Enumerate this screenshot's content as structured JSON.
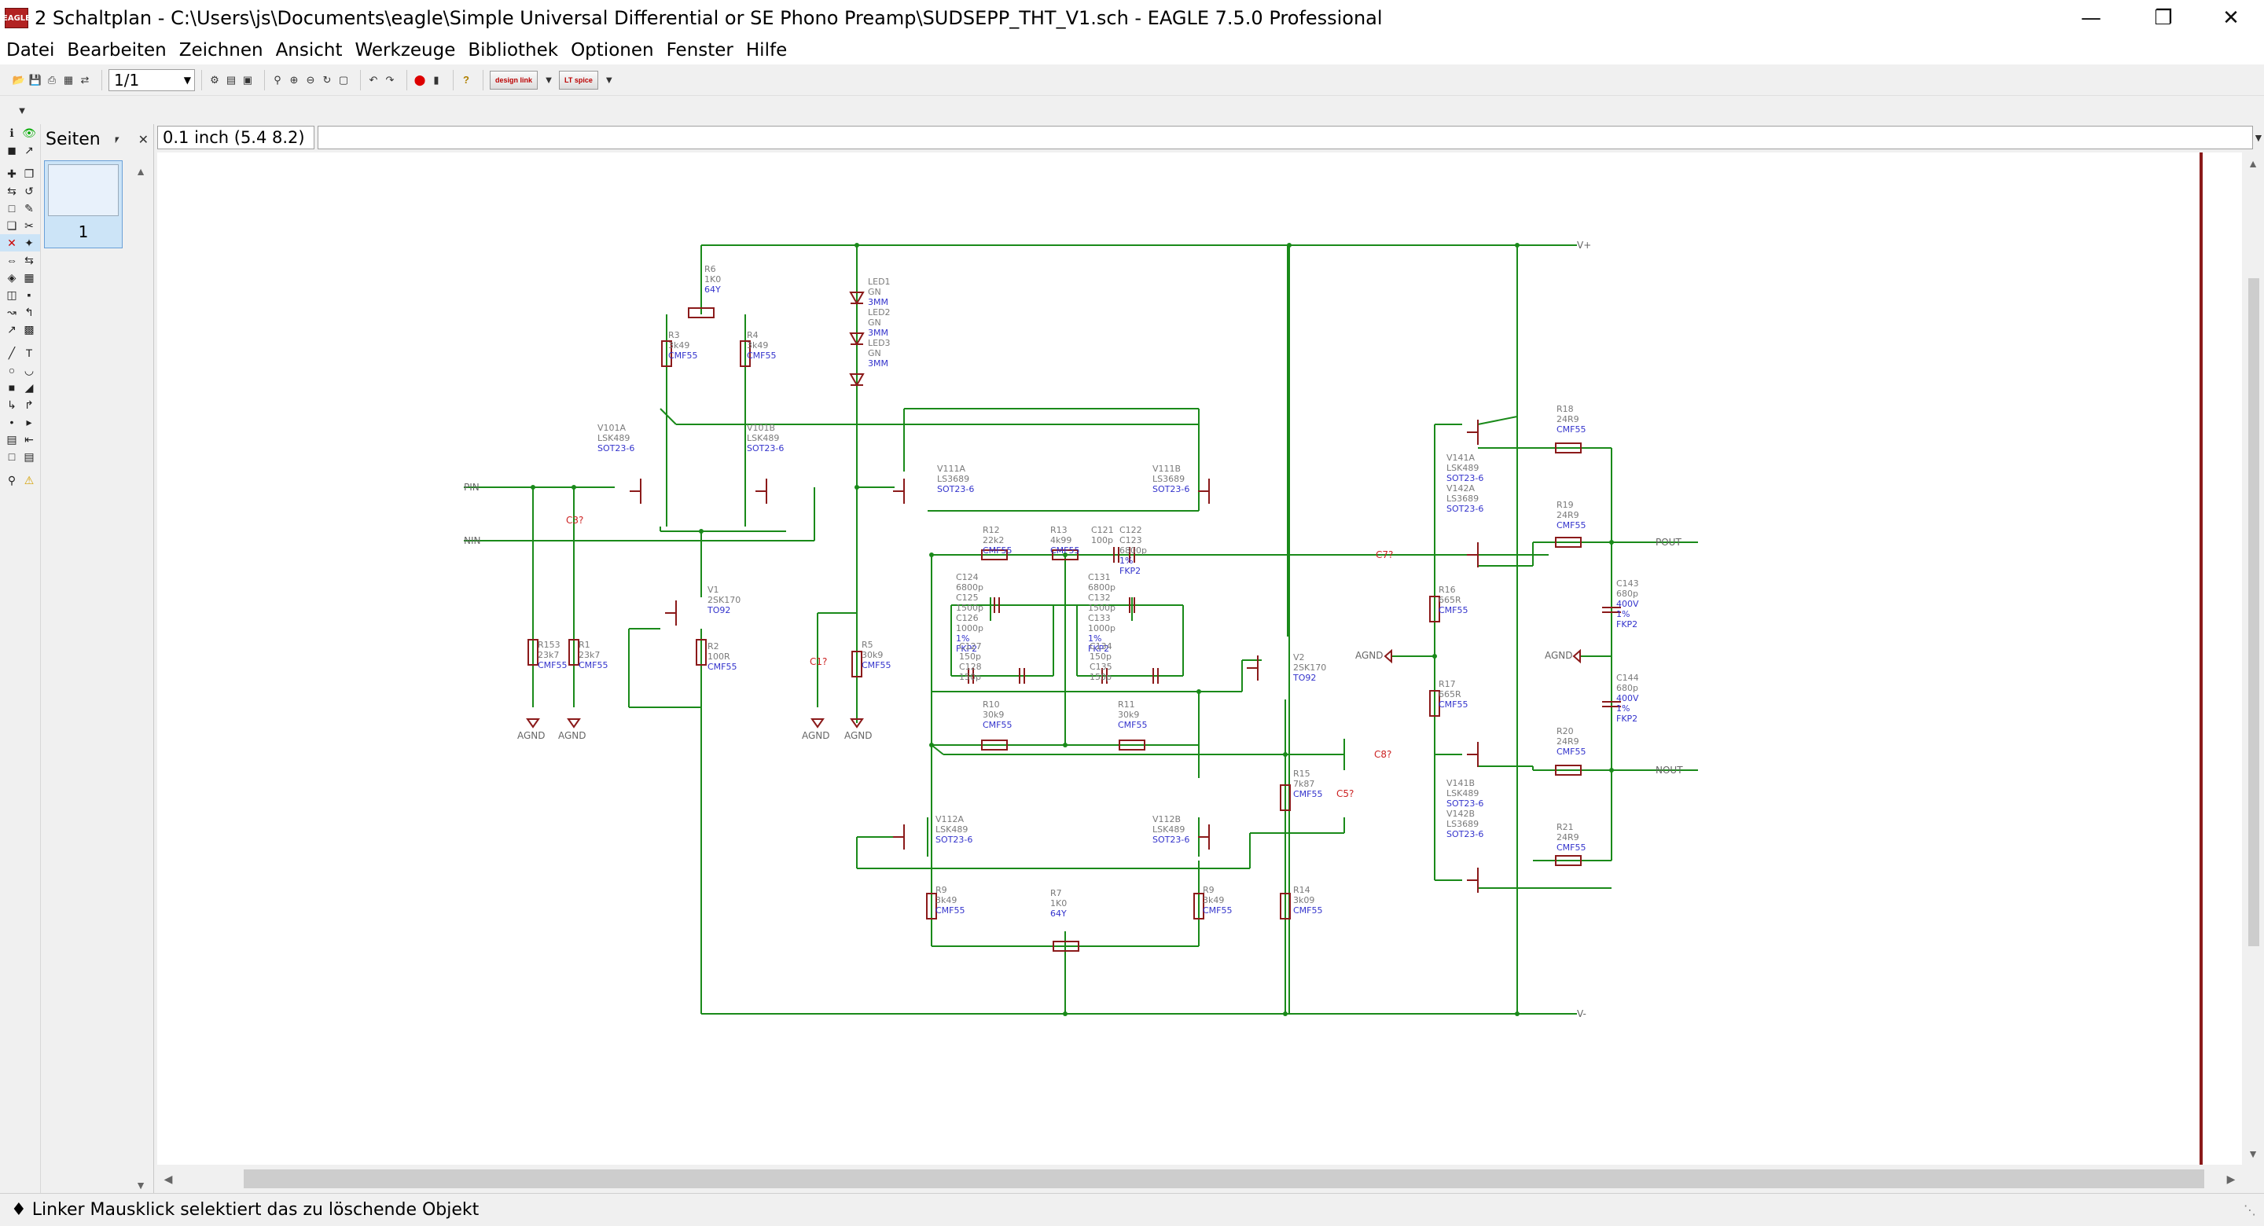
{
  "window": {
    "title": "2 Schaltplan - C:\\Users\\js\\Documents\\eagle\\Simple Universal Differential or SE Phono Preamp\\SUDSEPP_THT_V1.sch - EAGLE 7.5.0 Professional",
    "app_icon_label": "EAGLE"
  },
  "menu": [
    "Datei",
    "Bearbeiten",
    "Zeichnen",
    "Ansicht",
    "Werkzeuge",
    "Bibliothek",
    "Optionen",
    "Fenster",
    "Hilfe"
  ],
  "toolbar": {
    "sheet_select": "1/1",
    "logo1": "design link",
    "logo2": "LT spice"
  },
  "pages_panel": {
    "title": "Seiten",
    "page_number": "1"
  },
  "command": {
    "grid_readout": "0.1 inch (5.4 8.2)",
    "input_value": ""
  },
  "status": {
    "message": "♦ Linker Mausklick selektiert das zu löschende Objekt"
  },
  "schematic": {
    "rails": {
      "vplus": "V+",
      "vminus": "V-"
    },
    "ports": {
      "pin": "PIN",
      "nin": "NIN",
      "pout": "POUT",
      "nout": "NOUT"
    },
    "gnd": "AGND",
    "markers": [
      "C3?",
      "C1?",
      "C7?",
      "C8?",
      "C5?"
    ],
    "texts": [
      {
        "id": "r6",
        "lines": [
          "R6",
          "1K0",
          "64Y"
        ]
      },
      {
        "id": "r3",
        "lines": [
          "R3",
          "3k49",
          "CMF55"
        ]
      },
      {
        "id": "r4",
        "lines": [
          "R4",
          "3k49",
          "CMF55"
        ]
      },
      {
        "id": "led",
        "lines": [
          "LED1",
          "GN",
          "3MM",
          "LED2",
          "GN",
          "3MM",
          "LED3",
          "GN",
          "3MM"
        ]
      },
      {
        "id": "v101a",
        "lines": [
          "V101A",
          "LSK489",
          "SOT23-6"
        ]
      },
      {
        "id": "v101b",
        "lines": [
          "V101B",
          "LSK489",
          "SOT23-6"
        ]
      },
      {
        "id": "v111a",
        "lines": [
          "V111A",
          "LS3689",
          "SOT23-6"
        ]
      },
      {
        "id": "v111b",
        "lines": [
          "V111B",
          "LS3689",
          "SOT23-6"
        ]
      },
      {
        "id": "v1",
        "lines": [
          "V1",
          "2SK170",
          "TO92"
        ]
      },
      {
        "id": "r2",
        "lines": [
          "R2",
          "100R",
          "CMF55"
        ]
      },
      {
        "id": "r153",
        "lines": [
          "R153",
          "23k7",
          "CMF55"
        ]
      },
      {
        "id": "r1",
        "lines": [
          "R1",
          "23k7",
          "CMF55"
        ]
      },
      {
        "id": "r5",
        "lines": [
          "R5",
          "30k9",
          "CMF55"
        ]
      },
      {
        "id": "r12",
        "lines": [
          "R12",
          "22k2",
          "CMF55"
        ]
      },
      {
        "id": "r13",
        "lines": [
          "R13",
          "4k99",
          "CMF55"
        ]
      },
      {
        "id": "c121",
        "lines": [
          "C121",
          "100p"
        ]
      },
      {
        "id": "c122",
        "lines": [
          "C122",
          "C123",
          "6800p",
          "1%",
          "FKP2"
        ]
      },
      {
        "id": "c124",
        "lines": [
          "C124",
          "6800p",
          "C125",
          "1500p",
          "C126",
          "1000p",
          "1%",
          "FKP2"
        ]
      },
      {
        "id": "c127",
        "lines": [
          "C127",
          "150p",
          "C128",
          "150p"
        ]
      },
      {
        "id": "c131",
        "lines": [
          "C131",
          "6800p",
          "C132",
          "1500p",
          "C133",
          "1000p",
          "1%",
          "FKP2"
        ]
      },
      {
        "id": "c134",
        "lines": [
          "C134",
          "150p",
          "C135",
          "150p"
        ]
      },
      {
        "id": "r10",
        "lines": [
          "R10",
          "30k9",
          "CMF55"
        ]
      },
      {
        "id": "r11",
        "lines": [
          "R11",
          "30k9",
          "CMF55"
        ]
      },
      {
        "id": "v2",
        "lines": [
          "V2",
          "2SK170",
          "TO92"
        ]
      },
      {
        "id": "r15",
        "lines": [
          "R15",
          "7k87",
          "CMF55"
        ]
      },
      {
        "id": "v112a",
        "lines": [
          "V112A",
          "LSK489",
          "SOT23-6"
        ]
      },
      {
        "id": "v112b",
        "lines": [
          "V112B",
          "LSK489",
          "SOT23-6"
        ]
      },
      {
        "id": "r9a",
        "lines": [
          "R9",
          "3k49",
          "CMF55"
        ]
      },
      {
        "id": "r9b",
        "lines": [
          "R9",
          "3k49",
          "CMF55"
        ]
      },
      {
        "id": "r14",
        "lines": [
          "R14",
          "3k09",
          "CMF55"
        ]
      },
      {
        "id": "r7",
        "lines": [
          "R7",
          "1K0",
          "64Y"
        ]
      },
      {
        "id": "r16",
        "lines": [
          "R16",
          "665R",
          "CMF55"
        ]
      },
      {
        "id": "r17",
        "lines": [
          "R17",
          "665R",
          "CMF55"
        ]
      },
      {
        "id": "v141a",
        "lines": [
          "V141A",
          "LSK489",
          "SOT23-6",
          "V142A",
          "LS3689",
          "SOT23-6"
        ]
      },
      {
        "id": "v141b",
        "lines": [
          "V141B",
          "LSK489",
          "SOT23-6",
          "V142B",
          "LS3689",
          "SOT23-6"
        ]
      },
      {
        "id": "r18",
        "lines": [
          "R18",
          "24R9",
          "CMF55"
        ]
      },
      {
        "id": "r19",
        "lines": [
          "R19",
          "24R9",
          "CMF55"
        ]
      },
      {
        "id": "r20",
        "lines": [
          "R20",
          "24R9",
          "CMF55"
        ]
      },
      {
        "id": "r21",
        "lines": [
          "R21",
          "24R9",
          "CMF55"
        ]
      },
      {
        "id": "c143",
        "lines": [
          "C143",
          "680p",
          "400V",
          "1%",
          "FKP2"
        ]
      },
      {
        "id": "c144",
        "lines": [
          "C144",
          "680p",
          "400V",
          "1%",
          "FKP2"
        ]
      }
    ]
  },
  "colors": {
    "wire": "#1a8a1a",
    "symbol": "#8b1a1a",
    "name_text": "#7a7a7a",
    "value_text": "#3333cc",
    "marker": "#cc2222",
    "frame": "#8b1a1a"
  }
}
